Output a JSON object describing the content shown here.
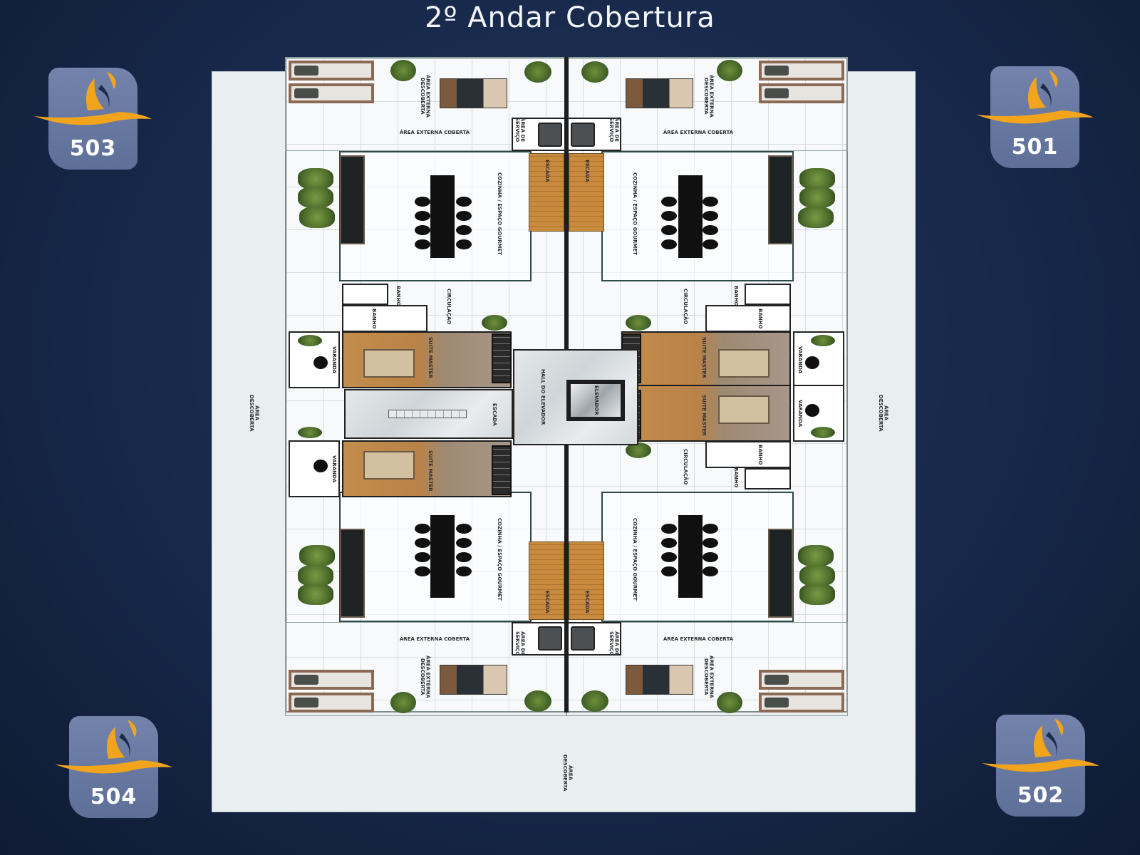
{
  "title": "2º Andar Cobertura",
  "colors": {
    "background": "#17284a",
    "badge": "#6f7fa8",
    "logo_orange": "#f2a51c",
    "wood": "#c38d4c"
  },
  "badges": [
    {
      "unit": "503",
      "icon": "flame-swoosh-logo"
    },
    {
      "unit": "501",
      "icon": "flame-swoosh-logo"
    },
    {
      "unit": "504",
      "icon": "flame-swoosh-logo"
    },
    {
      "unit": "502",
      "icon": "flame-swoosh-logo"
    }
  ],
  "rooms": {
    "area_externa_descoberta": "ÁREA EXTERNA DESCOBERTA",
    "area_externa_coberta": "ÁREA EXTERNA COBERTA",
    "area_de_servico": "ÁREA DE SERVIÇO",
    "cozinha": "COZINHA / ESPAÇO GOURMET",
    "escada": "ESCADA",
    "banho": "BANHO",
    "circulacao": "CIRCULAÇÃO",
    "suite_master": "SUITE MASTER",
    "varanda": "VARANDA"
  },
  "core": {
    "hall": "HALL DO ELEVADOR",
    "elevador": "ELEVADOR",
    "escada": "ESCADA",
    "area_descoberta": "ÁREA DESCOBERTA"
  }
}
